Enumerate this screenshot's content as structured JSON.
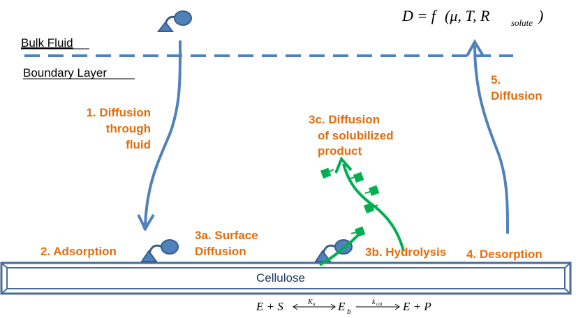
{
  "labels": {
    "bulk_fluid": "Bulk Fluid",
    "boundary_layer": "Boundary Layer",
    "cellulose": "Cellulose",
    "step1": [
      "1. Diffusion",
      "through",
      "fluid"
    ],
    "step2": "2.  Adsorption",
    "step3a": [
      "3a.  Surface",
      "Diffusion"
    ],
    "step3b": "3b.  Hydrolysis",
    "step3c": [
      "3c.  Diffusion",
      "of solubilized",
      "product"
    ],
    "step4": "4.  Desorption",
    "step5": [
      "5.",
      "Diffusion"
    ]
  },
  "equations": {
    "diffusion": {
      "lhs": "D = f",
      "args": "(μ, T, R",
      "sub": "solute",
      "close": ")"
    },
    "kinetics": {
      "left": "E + S",
      "ka": "K",
      "ka_sub": "a",
      "mid": "E",
      "mid_sub": "b",
      "kcat": "k",
      "kcat_sub": "cat",
      "right": "E + P"
    }
  },
  "colors": {
    "blue": "#4F81BD",
    "dark_blue": "#385D8A",
    "orange": "#E46C0A",
    "green": "#00B050",
    "enzyme_fill": "#4F81BD",
    "cellulose_stroke": "#4A6B96"
  }
}
